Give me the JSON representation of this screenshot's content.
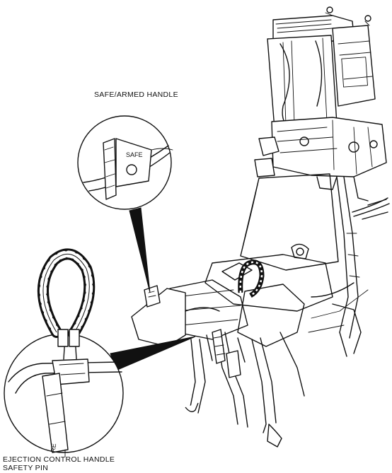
{
  "labels": {
    "safe_armed_handle": "SAFE/ARMED HANDLE",
    "ejection_pin_line1": "EJECTION CONTROL HANDLE",
    "ejection_pin_line2": "SAFETY PIN"
  },
  "inset_text": {
    "safe": "SAFE",
    "pin_tag": "RE"
  },
  "colors": {
    "ink": "#111111",
    "background": "#ffffff"
  }
}
